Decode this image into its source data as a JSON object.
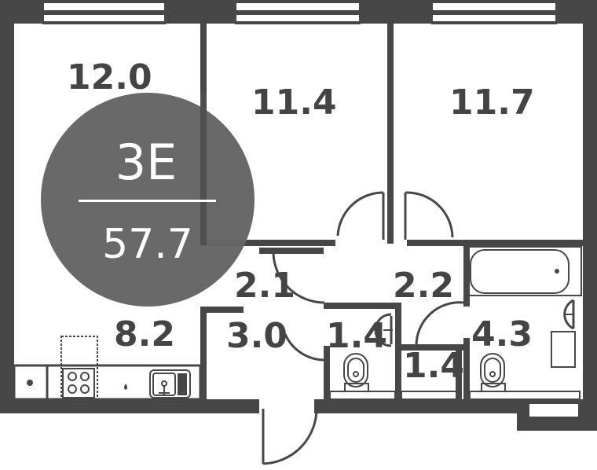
{
  "apartment": {
    "type_code": "3E",
    "total_area": "57.7",
    "badge_color": "#666666",
    "wall_color": "#474747"
  },
  "rooms": [
    {
      "id": "living-room",
      "area": "12.0"
    },
    {
      "id": "bedroom-1",
      "area": "11.4"
    },
    {
      "id": "bedroom-2",
      "area": "11.7"
    },
    {
      "id": "kitchen",
      "area": "8.2"
    },
    {
      "id": "corridor-1",
      "area": "2.1"
    },
    {
      "id": "corridor-2",
      "area": "2.2"
    },
    {
      "id": "entrance-hall",
      "area": "3.0"
    },
    {
      "id": "toilet",
      "area": "1.4"
    },
    {
      "id": "storage",
      "area": "1.4"
    },
    {
      "id": "bathroom",
      "area": "4.3"
    }
  ]
}
